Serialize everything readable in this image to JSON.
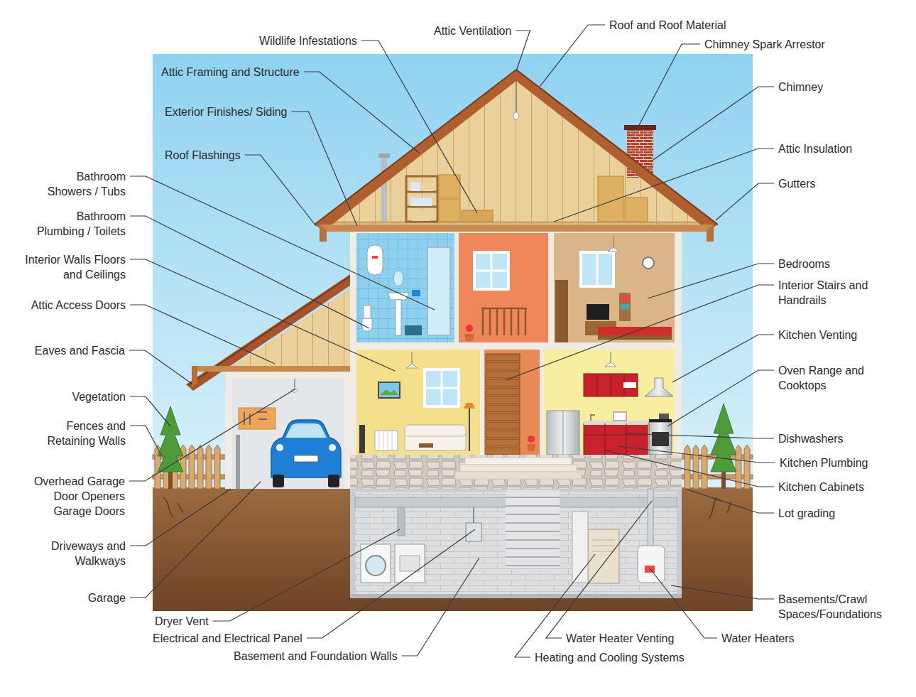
{
  "diagram": {
    "labels": [
      "Wildlife Infestations",
      "Attic Ventilation",
      "Roof and Roof Material",
      "Chimney Spark Arrestor",
      "Attic Framing and Structure",
      "Exterior Finishes/ Siding",
      "Roof Flashings",
      "Bathroom Showers / Tubs",
      "Bathroom Plumbing / Toilets",
      "Interior Walls Floors and Ceilings",
      "Attic Access Doors",
      "Eaves and Fascia",
      "Vegetation",
      "Fences and Retaining Walls",
      "Overhead Garage Door Openers Garage Doors",
      "Driveways and Walkways",
      "Garage",
      "Dryer Vent",
      "Electrical and Electrical Panel",
      "Basement and Foundation Walls",
      "Heating and Cooling Systems",
      "Water Heater Venting",
      "Water Heaters",
      "Chimney",
      "Attic Insulation",
      "Gutters",
      "Bedrooms",
      "Interior Stairs and Handrails",
      "Kitchen Venting",
      "Oven Range and Cooktops",
      "Dishwashers",
      "Kitchen Plumbing",
      "Kitchen Cabinets",
      "Lot grading",
      "Basements/Crawl Spaces/Foundations"
    ]
  }
}
